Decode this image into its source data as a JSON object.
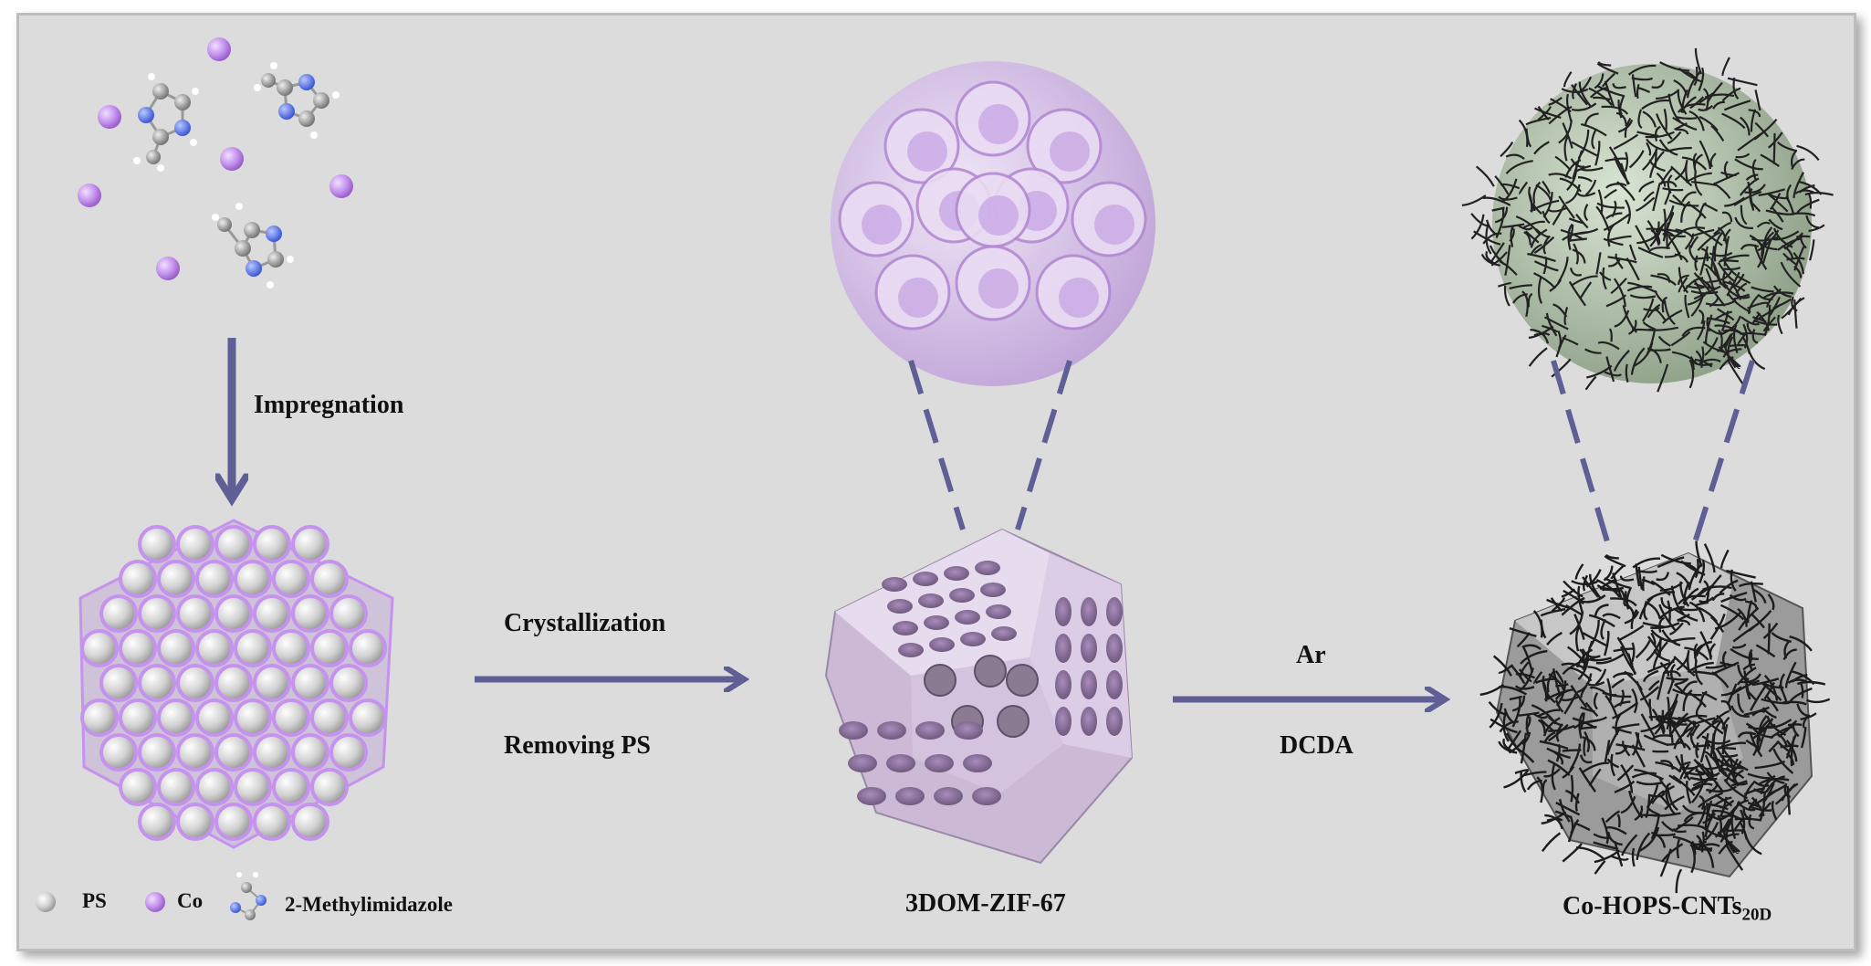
{
  "steps": {
    "impregnation": "Impregnation",
    "crystallization": "Crystallization",
    "removing_ps": "Removing PS",
    "ar": "Ar",
    "dcda": "DCDA"
  },
  "products": {
    "zif": "3DOM-ZIF-67",
    "cnts_main": "Co-HOPS-CNTs",
    "cnts_sub": "20D"
  },
  "legend": [
    {
      "label": "PS"
    },
    {
      "label": "Co"
    },
    {
      "label": "2-Methylimidazole"
    }
  ],
  "colors": {
    "arrow": "#5f5f96",
    "co": "#c592ee",
    "ps": "#c9c9c9",
    "zif": "#d8c2e6",
    "carbon": "#2a2a2a",
    "cnt_shell": "#b8c9b0"
  }
}
